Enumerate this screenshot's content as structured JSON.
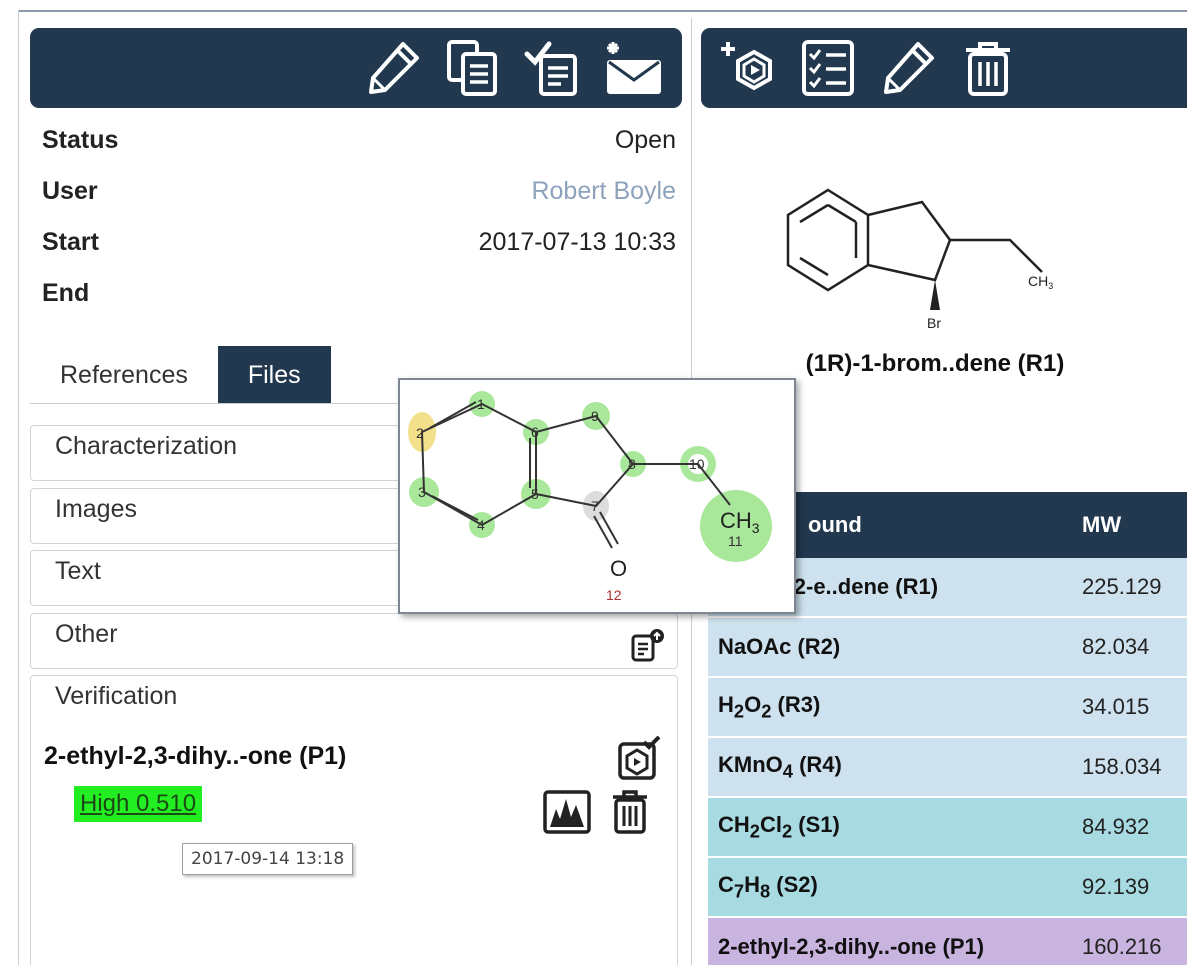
{
  "details": {
    "rows": [
      {
        "label": "Status",
        "value": "Open"
      },
      {
        "label": "User",
        "value": "Robert Boyle"
      },
      {
        "label": "Start",
        "value": "2017-07-13 10:33"
      },
      {
        "label": "End",
        "value": ""
      }
    ]
  },
  "tabs": [
    {
      "label": "References",
      "active": false
    },
    {
      "label": "Files",
      "active": true
    }
  ],
  "sections": {
    "characterization": "Characterization",
    "images": "Images",
    "text": "Text",
    "other": "Other",
    "verification": "Verification"
  },
  "verification": {
    "product": "2-ethyl-2,3-dihy..-one (P1)",
    "score": "High 0.510",
    "tooltip": "2017-09-14 13:18"
  },
  "overlay": {
    "atoms": [
      "1",
      "2",
      "3",
      "4",
      "5",
      "6",
      "7",
      "8",
      "9",
      "10",
      "11",
      "12"
    ],
    "group_ch": "CH",
    "group_sub": "3",
    "oxygen": "O"
  },
  "structure": {
    "ch_label": "CH",
    "ch_sub": "3",
    "br_label": "Br",
    "caption": "(1R)-1-brom..dene (R1)"
  },
  "table": {
    "header_compound": "ound",
    "header_mw": "MW",
    "rows": [
      {
        "compound": "bromo-2-e..dene (R1)",
        "mw": "225.129",
        "role": "reactant"
      },
      {
        "compound": "NaOAc (R2)",
        "mw": "82.034",
        "role": "reactant"
      },
      {
        "compound_html": "H<sub>2</sub>O<sub>2</sub> (R3)",
        "mw": "34.015",
        "role": "reactant"
      },
      {
        "compound_html": "KMnO<sub>4</sub> (R4)",
        "mw": "158.034",
        "role": "reactant"
      },
      {
        "compound_html": "CH<sub>2</sub>Cl<sub>2</sub> (S1)",
        "mw": "84.932",
        "role": "solvent"
      },
      {
        "compound_html": "C<sub>7</sub>H<sub>8</sub> (S2)",
        "mw": "92.139",
        "role": "solvent"
      },
      {
        "compound": "2-ethyl-2,3-dihy..-one (P1)",
        "mw": "160.216",
        "role": "product"
      }
    ]
  },
  "colors": {
    "toolbar": "#22384f",
    "score_badge": "#22ee22",
    "user_link": "#8ea2bb",
    "reactant_row": "#cde2ee",
    "solvent_row": "#a8dae2",
    "product_row": "#c8b4df"
  },
  "icons": {
    "left_toolbar": [
      "edit-icon",
      "copy-icon",
      "checklist-icon",
      "new-mail-icon"
    ],
    "right_toolbar": [
      "add-compound-icon",
      "checklist-icon",
      "edit-icon",
      "trash-icon"
    ]
  }
}
